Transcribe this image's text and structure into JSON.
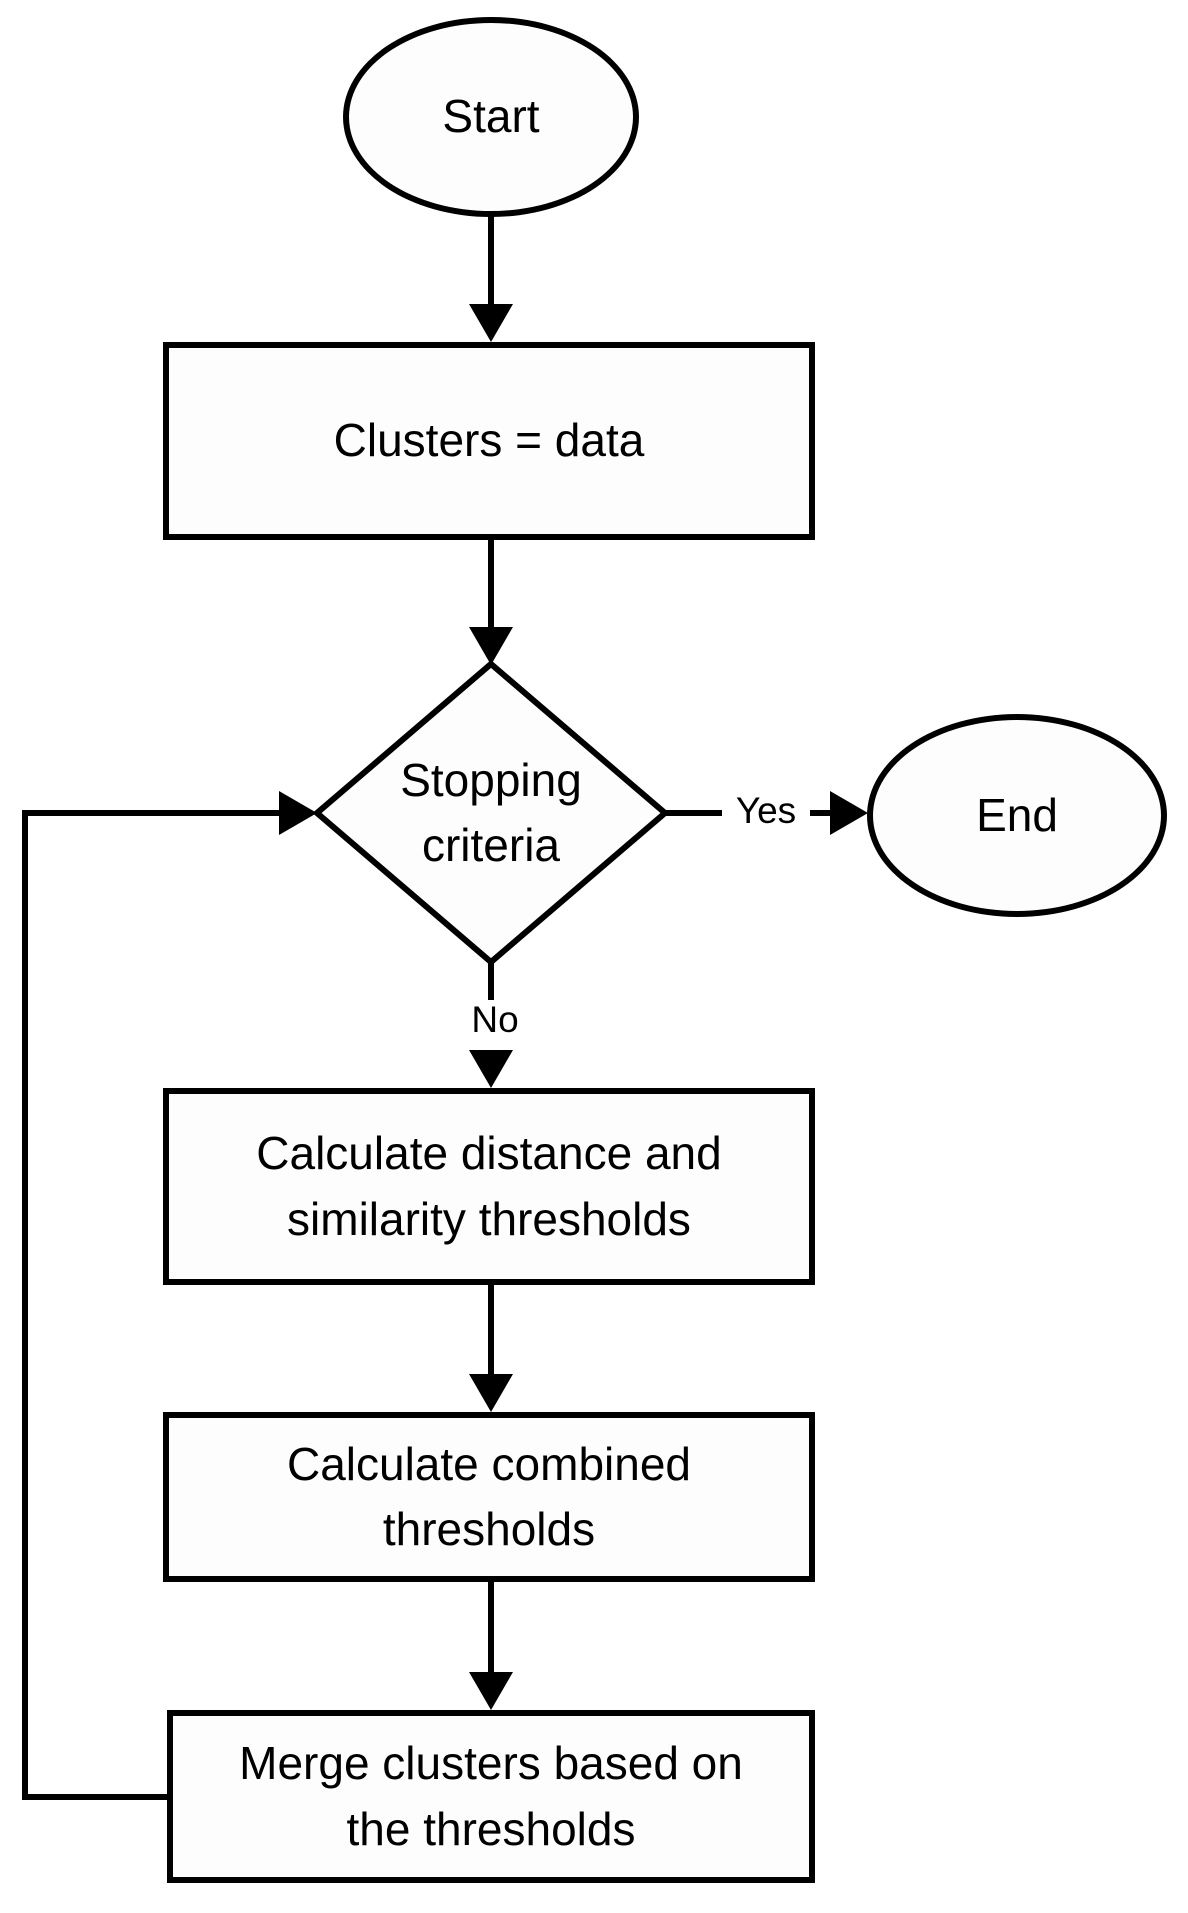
{
  "diagram": {
    "type": "flowchart",
    "nodes": {
      "start": {
        "shape": "terminator",
        "lines": [
          "Start"
        ]
      },
      "clusters": {
        "shape": "process",
        "lines": [
          "Clusters = data"
        ]
      },
      "stopping": {
        "shape": "decision",
        "lines": [
          "Stopping",
          "criteria"
        ]
      },
      "calc_distance": {
        "shape": "process",
        "lines": [
          "Calculate distance and",
          "similarity thresholds"
        ]
      },
      "calc_combined": {
        "shape": "process",
        "lines": [
          "Calculate combined",
          "thresholds"
        ]
      },
      "merge": {
        "shape": "process",
        "lines": [
          "Merge clusters based on",
          "the thresholds"
        ]
      },
      "end": {
        "shape": "terminator",
        "lines": [
          "End"
        ]
      }
    },
    "edges": {
      "yes_label": "Yes",
      "no_label": "No"
    },
    "colors": {
      "stroke": "#000000",
      "node_fill": "#fdfdfd",
      "background": "#ffffff"
    }
  }
}
